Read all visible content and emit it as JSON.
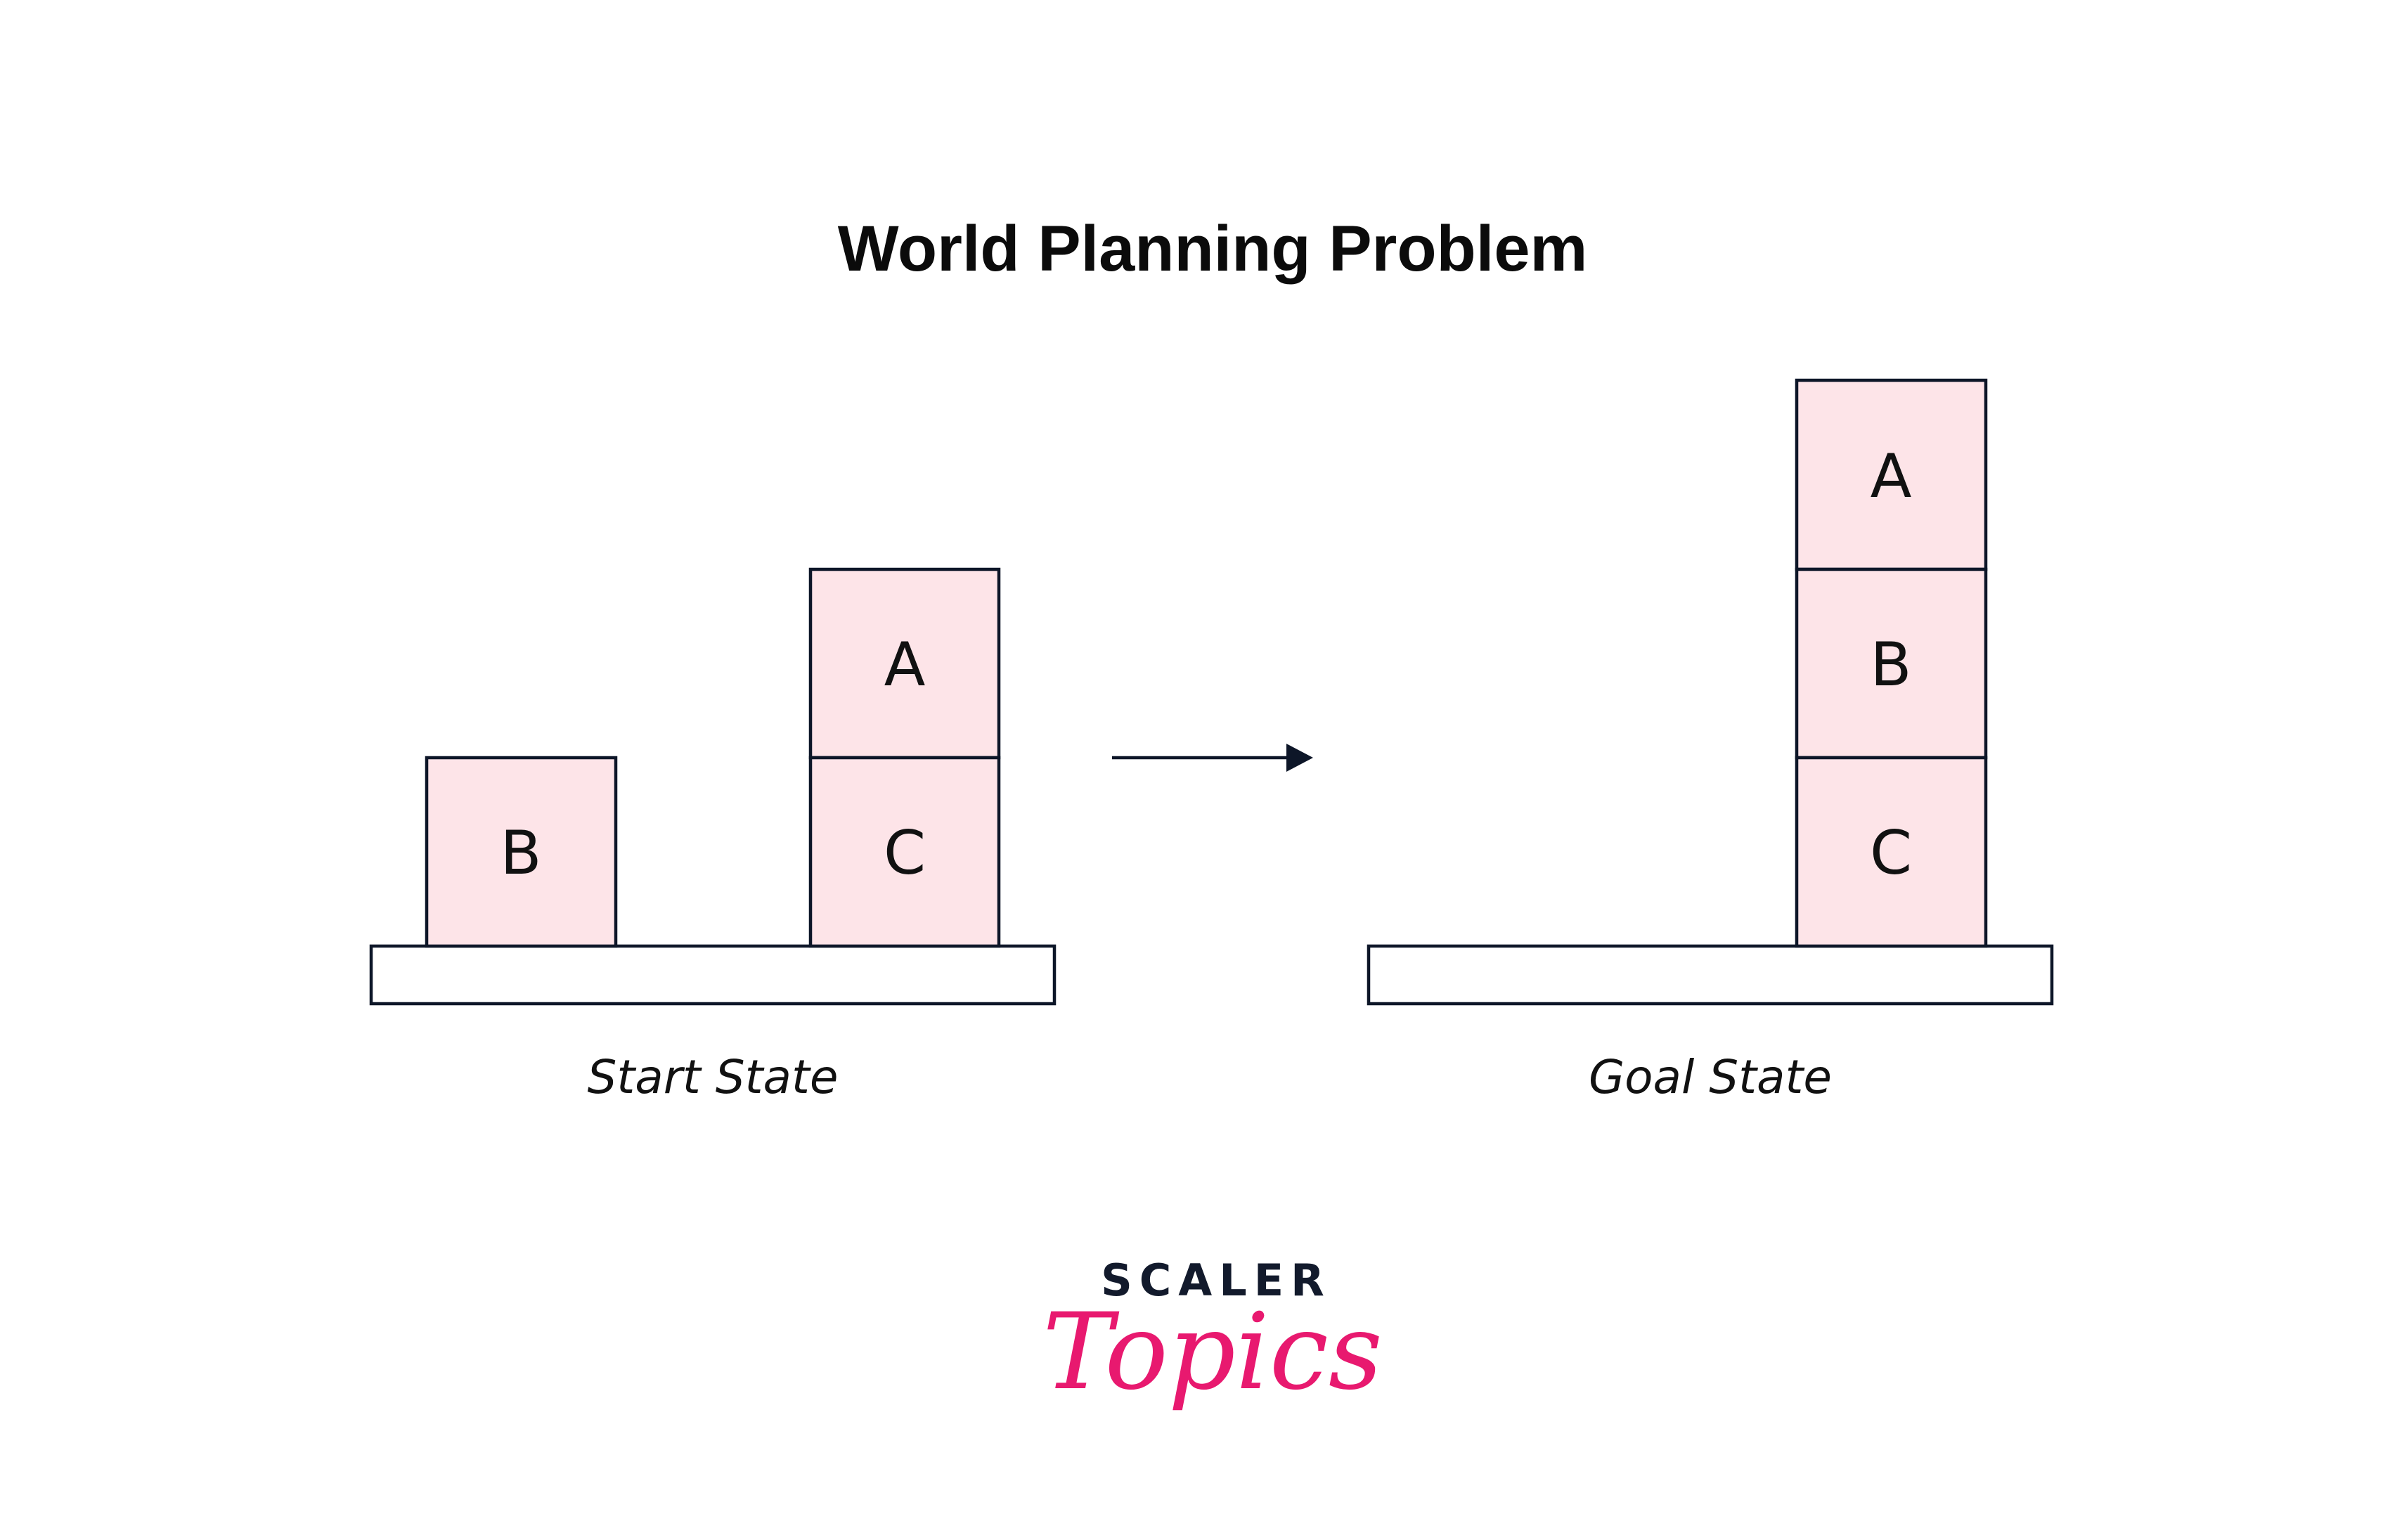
{
  "title": "World Planning Problem",
  "start_state": {
    "label": "Start State",
    "blocks": [
      "B",
      "A",
      "C"
    ]
  },
  "goal_state": {
    "label": "Goal State",
    "blocks": [
      "A",
      "B",
      "C"
    ]
  },
  "logo": {
    "line1": "SCALER",
    "line2": "Topics"
  },
  "colors": {
    "block_fill": "#fde4e8",
    "stroke": "#0d1628",
    "brand_pink": "#e8196f"
  }
}
